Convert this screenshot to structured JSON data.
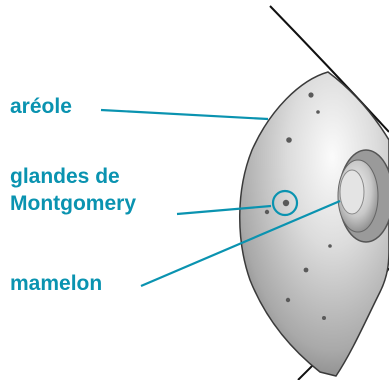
{
  "labels": {
    "areole": "aréole",
    "glandes_line1": "glandes de",
    "glandes_line2": "Montgomery",
    "mamelon": "mamelon"
  },
  "colors": {
    "label_text": "#0a93b0",
    "leader_line": "#0a93b0",
    "background": "#ffffff",
    "skin_outline": "#111111"
  }
}
